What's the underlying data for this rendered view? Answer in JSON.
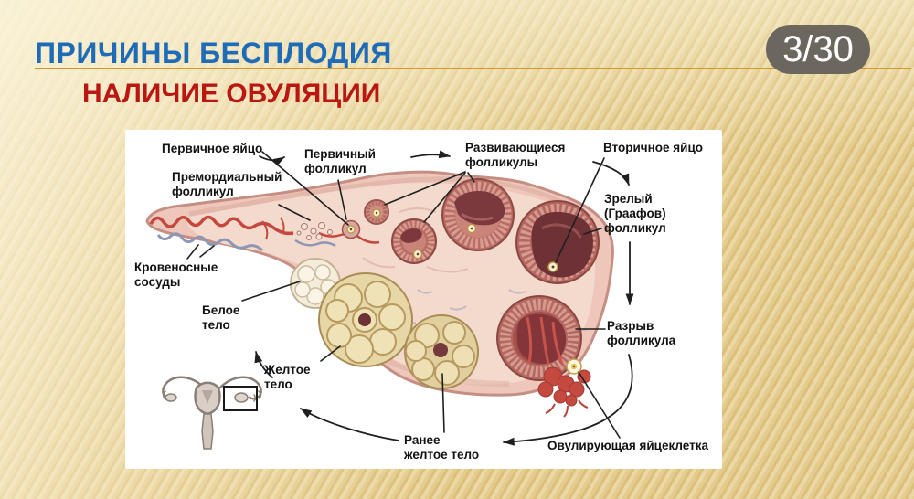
{
  "slide": {
    "title": "ПРИЧИНЫ БЕСПЛОДИЯ",
    "subtitle": "НАЛИЧИЕ ОВУЛЯЦИИ",
    "page_indicator": "3/30",
    "colors": {
      "title": "#1e6cb8",
      "subtitle": "#bb1712",
      "rule": "#cf9a30",
      "badge_bg": "#6b675e",
      "badge_text": "#ffffff",
      "background": "#e3cb8e",
      "panel": "#ffffff"
    }
  },
  "diagram": {
    "labels": [
      {
        "id": "primary-egg",
        "text": "Первичное яйцо"
      },
      {
        "id": "primary-follicle",
        "text": "Первичный\nфолликул"
      },
      {
        "id": "primordial-follicle",
        "text": "Премордиальный\nфолликул"
      },
      {
        "id": "developing-follicles",
        "text": "Развивающиеся\nфолликулы"
      },
      {
        "id": "secondary-egg",
        "text": "Вторичное яйцо"
      },
      {
        "id": "graafian-follicle",
        "text": "Зрелый\n(Граафов)\nфолликул"
      },
      {
        "id": "follicle-rupture",
        "text": "Разрыв\nфолликула"
      },
      {
        "id": "ovulating-egg",
        "text": "Овулирующая яйцеклетка"
      },
      {
        "id": "early-corpus-luteum",
        "text": "Ранее\nжелтое тело"
      },
      {
        "id": "corpus-luteum",
        "text": "Желтое\nтело"
      },
      {
        "id": "corpus-albicans",
        "text": "Белое\nтело"
      },
      {
        "id": "blood-vessels",
        "text": "Кровеносные\nсосуды"
      }
    ]
  }
}
